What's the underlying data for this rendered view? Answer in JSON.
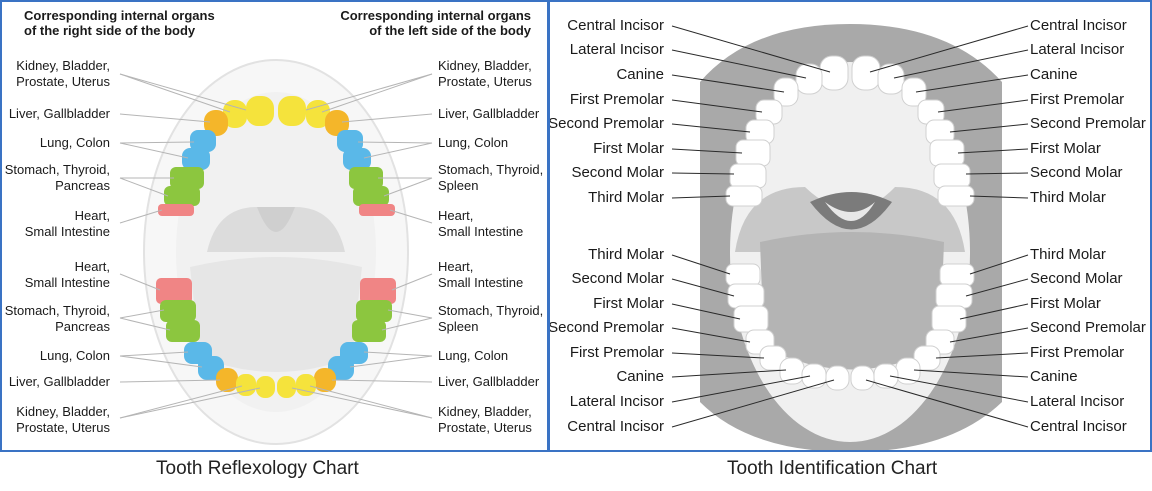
{
  "reflexology": {
    "caption": "Tooth Reflexology Chart",
    "header_right_side": "Corresponding internal organs\nof the right side of the body",
    "header_left_side": "Corresponding internal organs\nof the left side of the body",
    "upper_organs": [
      "Kidney, Bladder,\nProstate, Uterus",
      "Liver, Gallbladder",
      "Lung, Colon",
      "Stomach, Thyroid,\nPancreas",
      "Heart,\nSmall Intestine"
    ],
    "upper_organs_left": [
      "Kidney, Bladder,\nProstate, Uterus",
      "Liver, Gallbladder",
      "Lung, Colon",
      "Stomach, Thyroid,\nSpleen",
      "Heart,\nSmall Intestine"
    ],
    "lower_organs": [
      "Heart,\nSmall Intestine",
      "Stomach, Thyroid,\nPancreas",
      "Lung, Colon",
      "Liver, Gallbladder",
      "Kidney, Bladder,\nProstate, Uterus"
    ],
    "lower_organs_left": [
      "Heart,\nSmall Intestine",
      "Stomach, Thyroid,\nSpleen",
      "Lung, Colon",
      "Liver, Gallbladder",
      "Kidney, Bladder,\nProstate, Uterus"
    ],
    "colors": {
      "kidney": "#f5e33c",
      "liver": "#f4b62a",
      "lung": "#5ab8e8",
      "stomach": "#8cc63f",
      "heart": "#f08585"
    }
  },
  "identification": {
    "caption": "Tooth Identification Chart",
    "upper_teeth": [
      "Central Incisor",
      "Lateral Incisor",
      "Canine",
      "First Premolar",
      "Second Premolar",
      "First Molar",
      "Second Molar",
      "Third Molar"
    ],
    "lower_teeth": [
      "Third Molar",
      "Second Molar",
      "First Molar",
      "Second Premolar",
      "First Premolar",
      "Canine",
      "Lateral Incisor",
      "Central Incisor"
    ]
  }
}
